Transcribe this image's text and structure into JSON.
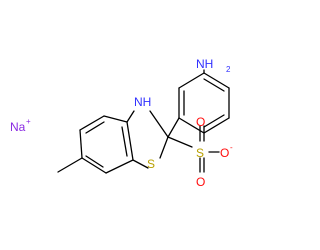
{
  "structure": {
    "cation": {
      "symbol": "Na",
      "charge": "+"
    },
    "amine": {
      "element": "N",
      "hydrogens": "H",
      "count": "2"
    },
    "ring_nitrogen": {
      "label": "NH"
    },
    "sulfonate": {
      "oxygen_top": "O",
      "sulfur": "S",
      "oxygen_right": "O",
      "oxygen_right_charge": "-",
      "oxygen_bottom": "O"
    },
    "ring_sulfur": {
      "label": "S"
    }
  },
  "colors": {
    "carbon_bond": "#000000",
    "nitrogen": "#3030ff",
    "oxygen": "#ff0d0d",
    "sulfur": "#b8a000",
    "sodium": "#8a2be2"
  }
}
